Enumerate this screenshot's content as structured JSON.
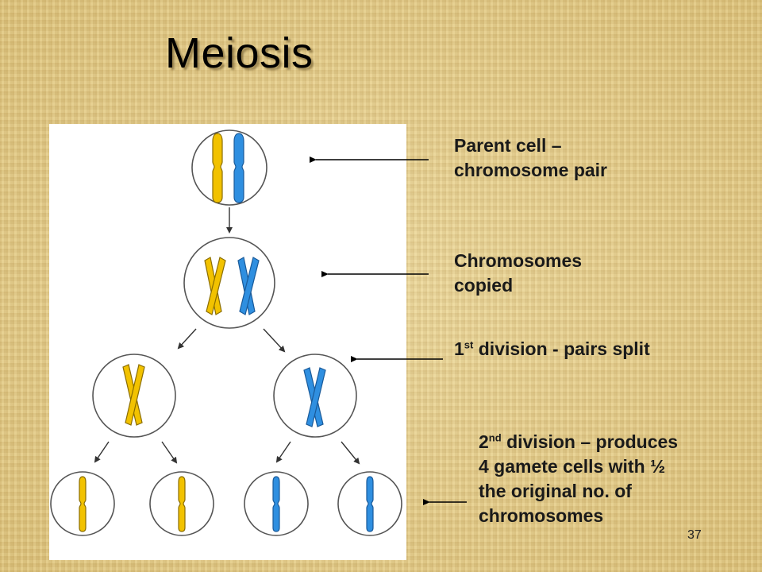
{
  "slide": {
    "title": "Meiosis",
    "page_number": "37"
  },
  "labels": {
    "parent": [
      "Parent cell –",
      "chromosome pair"
    ],
    "copied": [
      "Chromosomes",
      "copied"
    ],
    "first": {
      "num": "1",
      "sup": "st",
      "rest": " division - pairs split"
    },
    "second": {
      "num": "2",
      "sup": "nd",
      "rest": " division – produces",
      "lines": [
        "4 gamete cells with ½",
        "the original no. of",
        "chromosomes"
      ]
    }
  },
  "colors": {
    "yellow_chromosome": "#f2c200",
    "blue_chromosome": "#2f8fe0",
    "outline": "#5a5a5a"
  },
  "icons": [
    "down-arrow-icon",
    "diagonal-arrow-icon",
    "left-pointer-arrow-icon"
  ]
}
